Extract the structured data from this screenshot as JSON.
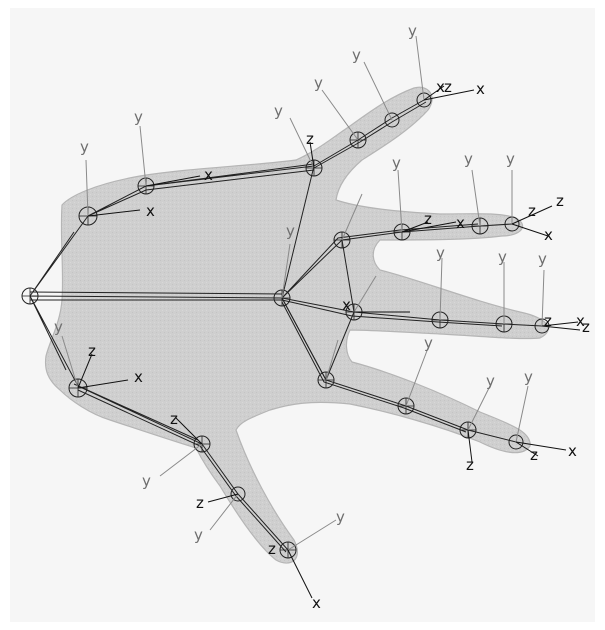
{
  "palette": {
    "background": "#f6f6f6",
    "hand_fill": "#cfcfcf",
    "hand_edge": "#b8b8b8",
    "bone": "#222222",
    "y_axis": "#8a8a8a",
    "x_axis": "#111111"
  },
  "axis_labels": {
    "y": "y",
    "x": "x",
    "z": "z"
  },
  "joints": [
    {
      "name": "root",
      "axes": []
    },
    {
      "name": "wrist-upper",
      "axes": [
        "y",
        "x"
      ]
    },
    {
      "name": "wrist-lower",
      "axes": [
        "z",
        "x"
      ]
    },
    {
      "name": "palm-center",
      "axes": [
        "y"
      ]
    },
    {
      "name": "upper-finger-base",
      "axes": [
        "y"
      ]
    },
    {
      "name": "upper-finger-knuckle",
      "axes": [
        "y",
        "z"
      ]
    },
    {
      "name": "upper-finger-mid",
      "axes": [
        "y"
      ]
    },
    {
      "name": "upper-finger-joint",
      "axes": [
        "y"
      ]
    },
    {
      "name": "upper-finger-tip",
      "axes": [
        "y",
        "x",
        "z"
      ]
    },
    {
      "name": "index-base",
      "axes": [
        "y"
      ]
    },
    {
      "name": "index-mid",
      "axes": [
        "y",
        "z"
      ]
    },
    {
      "name": "index-joint",
      "axes": [
        "y",
        "x"
      ]
    },
    {
      "name": "index-tip",
      "axes": [
        "y",
        "z",
        "x"
      ]
    },
    {
      "name": "middle-base",
      "axes": [
        "y"
      ]
    },
    {
      "name": "middle-mid",
      "axes": [
        "y"
      ]
    },
    {
      "name": "middle-joint",
      "axes": [
        "y"
      ]
    },
    {
      "name": "middle-tip",
      "axes": [
        "y",
        "z",
        "x"
      ]
    },
    {
      "name": "ring-base",
      "axes": [
        "y",
        "x"
      ]
    },
    {
      "name": "ring-mid",
      "axes": [
        "y"
      ]
    },
    {
      "name": "ring-joint",
      "axes": [
        "y",
        "z"
      ]
    },
    {
      "name": "ring-tip",
      "axes": [
        "y",
        "z",
        "x"
      ]
    },
    {
      "name": "thumb-base",
      "axes": [
        "y",
        "z"
      ]
    },
    {
      "name": "thumb-mid",
      "axes": [
        "z",
        "y"
      ]
    },
    {
      "name": "thumb-tip",
      "axes": [
        "y",
        "x"
      ]
    }
  ]
}
